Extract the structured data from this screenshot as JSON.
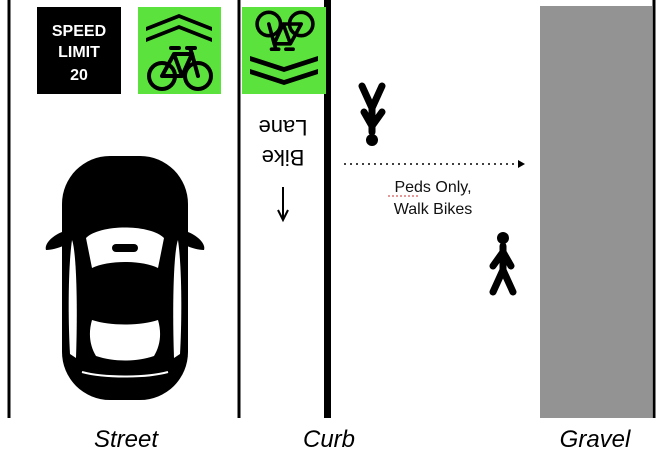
{
  "colors": {
    "sign_green": "#5ce23c",
    "gravel": "#939393",
    "ink": "#000000"
  },
  "speed_sign": {
    "line1": "SPEED",
    "line2": "LIMIT",
    "line3": "20"
  },
  "bike_lane": {
    "word1": "Bike",
    "word2": "Lane",
    "direction_icon": "arrow-down-icon"
  },
  "sidewalk_note": {
    "line1": "Peds Only,",
    "line2": "Walk Bikes"
  },
  "zone_labels": {
    "street": "Street",
    "curb": "Curb",
    "gravel": "Gravel"
  },
  "icons": [
    "car-icon",
    "bicycle-icon",
    "chevron-up-icon",
    "chevron-down-icon",
    "pedestrian-icon"
  ]
}
